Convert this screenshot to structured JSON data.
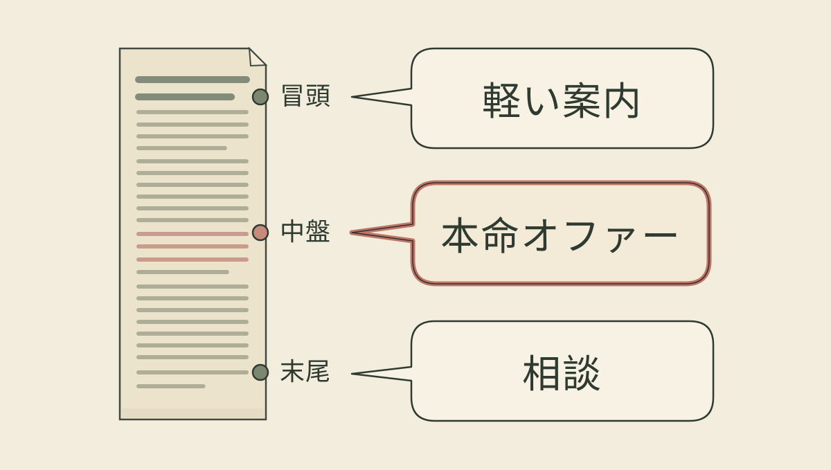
{
  "document": {
    "lines": [
      {
        "width_ratio": 1.0,
        "tone": "heading"
      },
      {
        "width_ratio": 0.86,
        "tone": "heading"
      },
      {
        "width_ratio": 1.0,
        "tone": "normal"
      },
      {
        "width_ratio": 1.0,
        "tone": "normal"
      },
      {
        "width_ratio": 1.0,
        "tone": "normal"
      },
      {
        "width_ratio": 0.8,
        "tone": "normal"
      },
      {
        "width_ratio": 1.0,
        "tone": "normal"
      },
      {
        "width_ratio": 1.0,
        "tone": "normal"
      },
      {
        "width_ratio": 1.0,
        "tone": "normal"
      },
      {
        "width_ratio": 1.0,
        "tone": "normal"
      },
      {
        "width_ratio": 1.0,
        "tone": "normal"
      },
      {
        "width_ratio": 1.0,
        "tone": "normal"
      },
      {
        "width_ratio": 1.0,
        "tone": "highlight"
      },
      {
        "width_ratio": 1.0,
        "tone": "highlight"
      },
      {
        "width_ratio": 1.0,
        "tone": "highlight"
      },
      {
        "width_ratio": 0.82,
        "tone": "normal"
      },
      {
        "width_ratio": 1.0,
        "tone": "normal"
      },
      {
        "width_ratio": 1.0,
        "tone": "normal"
      },
      {
        "width_ratio": 1.0,
        "tone": "normal"
      },
      {
        "width_ratio": 1.0,
        "tone": "normal"
      },
      {
        "width_ratio": 1.0,
        "tone": "normal"
      },
      {
        "width_ratio": 1.0,
        "tone": "normal"
      },
      {
        "width_ratio": 1.0,
        "tone": "normal"
      },
      {
        "width_ratio": 1.0,
        "tone": "normal"
      },
      {
        "width_ratio": 0.6,
        "tone": "normal"
      }
    ]
  },
  "sections": [
    {
      "label": "冒頭",
      "bubble_text": "軽い案内",
      "emphasis": false
    },
    {
      "label": "中盤",
      "bubble_text": "本命オファー",
      "emphasis": true
    },
    {
      "label": "末尾",
      "bubble_text": "相談",
      "emphasis": false
    }
  ],
  "colors": {
    "background": "#f3eddd",
    "paper": "#ece3cc",
    "paper_edge": "#3e4a40",
    "heading_line": "#7e8775",
    "normal_line": "#a4a490",
    "highlight_line": "#c48f82",
    "marker_normal": "#7c8770",
    "marker_emphasis": "#c68b7a",
    "bubble_fill": "#f7f2e3",
    "bubble_stroke": "#2f3a31",
    "emphasis_stroke": "#b46b5d",
    "text": "#2f3a31"
  }
}
